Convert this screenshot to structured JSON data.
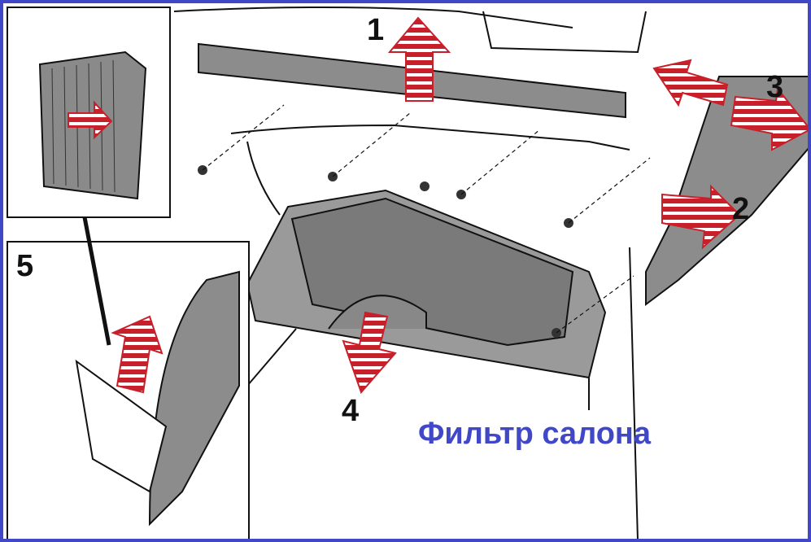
{
  "title": "Фильтр салона",
  "steps": [
    "1",
    "2",
    "3",
    "4",
    "5"
  ],
  "colors": {
    "border": "#4048c8",
    "title": "#4048c8",
    "arrow": "#c8202a",
    "panel": "#8c8c8c"
  }
}
